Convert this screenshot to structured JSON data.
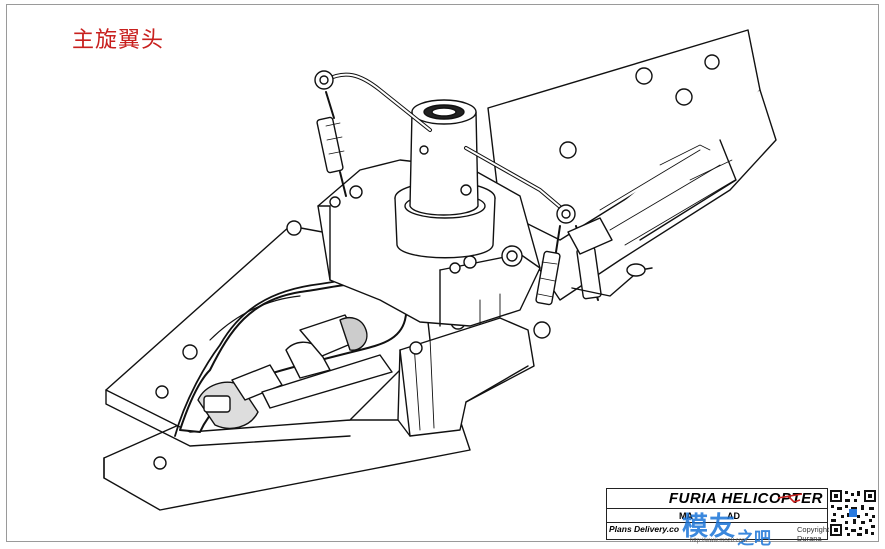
{
  "title": "主旋翼头",
  "title_color": "#c8201e",
  "title_block": {
    "brand": "FURIA HELICOPTER",
    "row2_left": "MA",
    "row2_right": "AD",
    "plans": "Plans Delivery.co",
    "copyright": "Copyright Durana"
  },
  "watermark": {
    "text": "模友",
    "sub": "之吧",
    "url": "http://www.moz8.com",
    "color": "#1a74d8"
  },
  "icons": [
    "qr-code-icon",
    "helicopter-logo-icon"
  ]
}
